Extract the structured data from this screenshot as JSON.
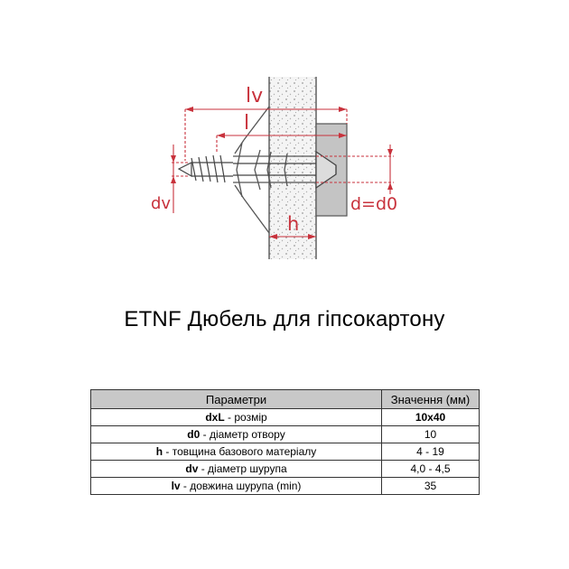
{
  "diagram": {
    "labels": {
      "lv": "lv",
      "l": "l",
      "dv": "dv",
      "d_eq_d0": "d=d0",
      "h": "h"
    },
    "colors": {
      "dimension": "#c8323c",
      "board": "#f2f2f2",
      "board_dots": "#9a9a9a",
      "washer": "#c4c4c4",
      "metal": "#555555"
    }
  },
  "title": "ETNF Дюбель для гіпсокартону",
  "table": {
    "headers": [
      "Параметри",
      "Значення (мм)"
    ],
    "rows": [
      {
        "key": "dxL",
        "desc": " - розмір",
        "value": "10x40",
        "value_bold": true
      },
      {
        "key": "d0",
        "desc": " - діаметр отвору",
        "value": "10",
        "value_bold": false
      },
      {
        "key": "h",
        "desc": " - товщина базового матеріалу",
        "value": "4 - 19",
        "value_bold": false
      },
      {
        "key": "dv",
        "desc": " - діаметр шурупа",
        "value": "4,0 - 4,5",
        "value_bold": false
      },
      {
        "key": "lv",
        "desc": " - довжина шурупа (min)",
        "value": "35",
        "value_bold": false
      }
    ]
  }
}
